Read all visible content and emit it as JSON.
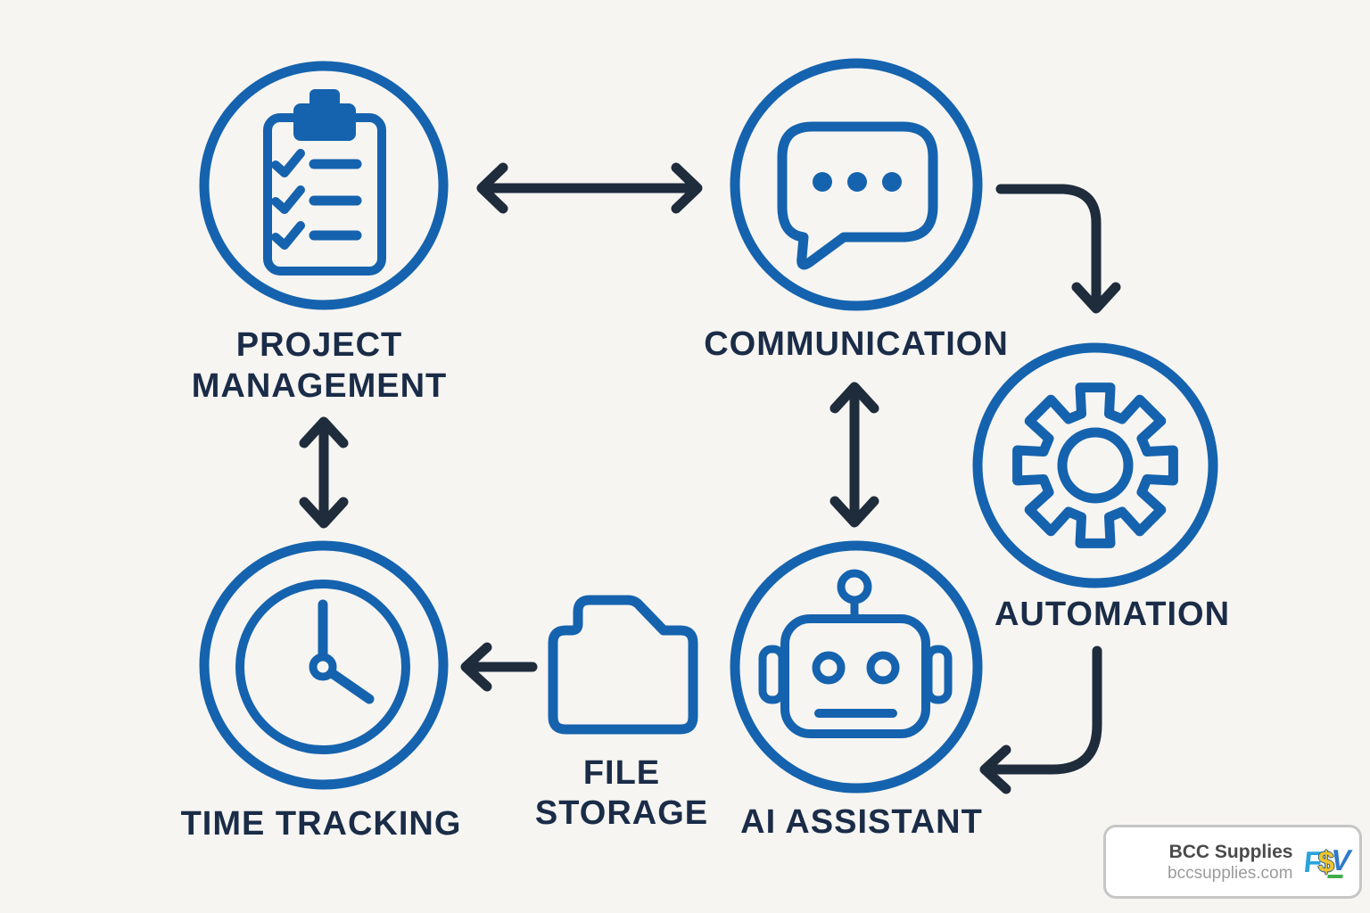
{
  "diagram": {
    "nodes": {
      "project_management": {
        "line1": "PROJECT",
        "line2": "MANAGEMENT",
        "icon": "clipboard-checklist"
      },
      "communication": {
        "line1": "COMMUNICATION",
        "icon": "chat-bubble"
      },
      "automation": {
        "line1": "AUTOMATION",
        "icon": "gear"
      },
      "ai_assistant": {
        "line1": "AI ASSISTANT",
        "icon": "robot"
      },
      "file_storage": {
        "line1": "FILE",
        "line2": "STORAGE",
        "icon": "folder"
      },
      "time_tracking": {
        "line1": "TIME TRACKING",
        "icon": "clock"
      }
    },
    "connections": [
      "project_management <-> communication",
      "communication -> automation",
      "communication <-> ai_assistant",
      "project_management <-> time_tracking",
      "file_storage -> time_tracking",
      "automation -> ai_assistant"
    ],
    "colors": {
      "icon_blue": "#1563ae",
      "arrow_navy": "#1e2c3c",
      "label_navy": "#1a2c47",
      "background": "#f7f5f2"
    }
  },
  "badge": {
    "name": "BCC Supplies",
    "url": "bccsupplies.com",
    "logo_letters": [
      "F",
      "$",
      "V"
    ]
  }
}
